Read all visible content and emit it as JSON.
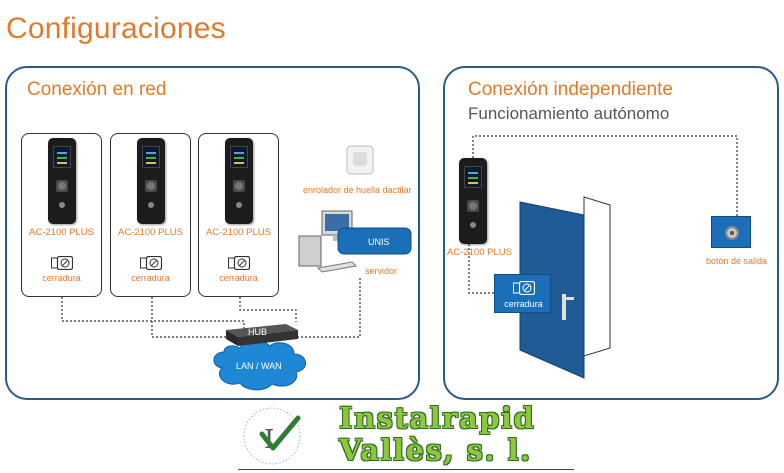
{
  "page": {
    "title": "Configuraciones"
  },
  "network": {
    "title": "Conexión en red",
    "devices": [
      {
        "model": "AC-2100 PLUS",
        "lock_label": "cerradura"
      },
      {
        "model": "AC-2100 PLUS",
        "lock_label": "cerradura"
      },
      {
        "model": "AC-2100 PLUS",
        "lock_label": "cerradura"
      }
    ],
    "enroller_label": "enrolador de huella dactilar",
    "software_label": "UNIS",
    "server_label": "servidor",
    "hub_label": "HUB",
    "network_label": "LAN / WAN"
  },
  "standalone": {
    "title": "Conexión independiente",
    "subtitle": "Funcionamiento autónomo",
    "device_model": "AC-2100 PLUS",
    "lock_label": "cerradura",
    "exit_button_label": "botón de salida"
  },
  "brand": {
    "line1": "Instalrapid",
    "line2": "Vallès, s. l."
  },
  "colors": {
    "accent_orange": "#e07a2c",
    "panel_border": "#2d5a8e",
    "blue": "#1a6fb8",
    "brand_green": "#8dc63f"
  }
}
